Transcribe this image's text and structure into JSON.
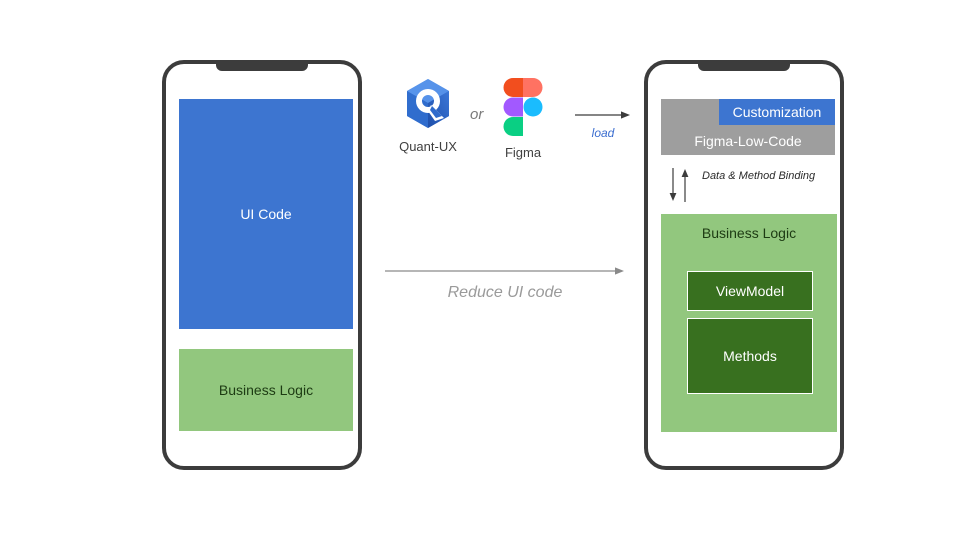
{
  "diagram": {
    "left_phone": {
      "name": "legacy-app-phone",
      "blocks": [
        {
          "id": "ui-code",
          "label": "UI Code",
          "color": "#3d75d0"
        },
        {
          "id": "business-logic",
          "label": "Business Logic",
          "color": "#92c77e"
        }
      ]
    },
    "middle": {
      "tools": [
        {
          "id": "quant-ux",
          "label": "Quant-UX",
          "icon": "quant-ux-logo-icon"
        },
        {
          "id": "figma",
          "label": "Figma",
          "icon": "figma-logo-icon"
        }
      ],
      "separator": "or",
      "load_arrow": {
        "label": "load",
        "color": "#3d6fd0",
        "direction": "right"
      },
      "reduce_arrow": {
        "label": "Reduce UI code",
        "color": "#9a9a9a",
        "direction": "right"
      }
    },
    "right_phone": {
      "name": "low-code-app-phone",
      "blocks": [
        {
          "id": "figma-low-code",
          "label": "Figma-Low-Code",
          "color": "#9e9e9e"
        },
        {
          "id": "customization",
          "label": "Customization",
          "color": "#3d75d0"
        },
        {
          "id": "business-logic",
          "label": "Business Logic",
          "color": "#92c77e"
        },
        {
          "id": "view-model",
          "label": "ViewModel",
          "color": "#38701f"
        },
        {
          "id": "methods",
          "label": "Methods",
          "color": "#38701f"
        }
      ],
      "binding": {
        "line1": "Data & Method",
        "line2": "Binding"
      }
    }
  }
}
